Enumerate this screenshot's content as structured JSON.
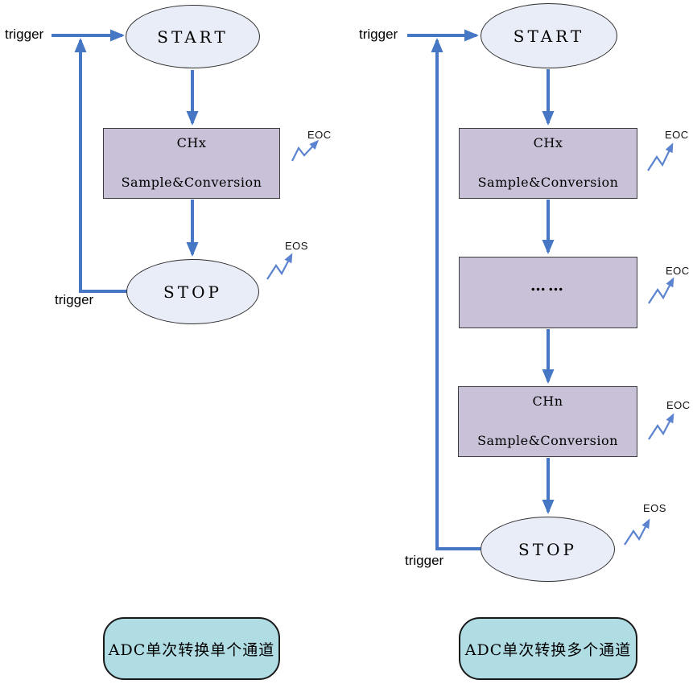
{
  "colors": {
    "arrow": "#4677c5",
    "zig": "#5b83cf",
    "box_fill": "#c9c1d8",
    "ellipse_fill": "#e9edf8",
    "tag_fill": "#b0dce4",
    "node_border": "#2f2f2f",
    "text": "#000000"
  },
  "left": {
    "trigger_top": "trigger",
    "trigger_bottom": "trigger",
    "start_label": "START",
    "chx_line1": "CHx",
    "chx_line2": "Sample&Conversion",
    "stop_label": "STOP",
    "eoc_label": "EOC",
    "eos_label": "EOS",
    "caption": "ADC单次转换单个通道"
  },
  "right": {
    "trigger_top": "trigger",
    "trigger_bottom": "trigger",
    "start_label": "START",
    "chx_line1": "CHx",
    "chx_line2": "Sample&Conversion",
    "dots_label": "……",
    "chn_line1": "CHn",
    "chn_line2": "Sample&Conversion",
    "stop_label": "STOP",
    "eoc1_label": "EOC",
    "eoc2_label": "EOC",
    "eoc3_label": "EOC",
    "eos_label": "EOS",
    "caption": "ADC单次转换多个通道"
  }
}
